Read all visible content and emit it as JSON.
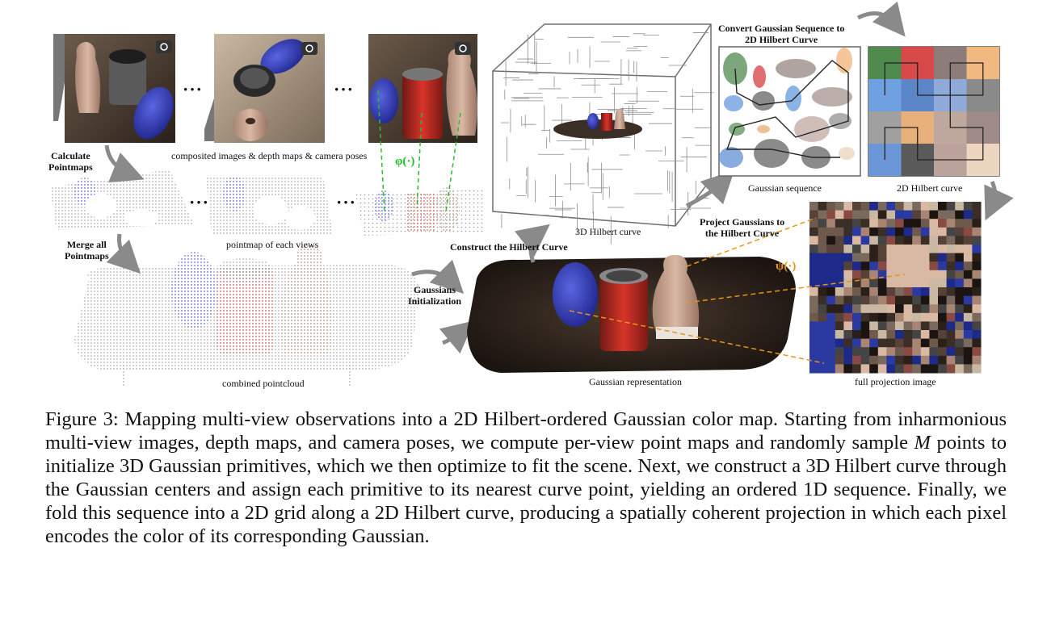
{
  "figure": {
    "labels": {
      "composited": "composited images & depth maps & camera poses",
      "calculate_pointmaps": "Calculate\nPointmaps",
      "pointmap_each": "pointmap of each views",
      "merge_all": "Merge all\nPointmaps",
      "combined_pointcloud": "combined pointcloud",
      "gaussians_init": "Gaussians\nInitialization",
      "construct_hilbert": "Construct the Hilbert Curve",
      "hilbert_3d": "3D Hilbert curve",
      "gaussian_representation": "Gaussian representation",
      "convert_sequence": "Convert Gaussian Sequence to\n2D Hilbert Curve",
      "gaussian_sequence": "Gaussian sequence",
      "hilbert_2d": "2D Hilbert curve",
      "project_gaussians": "Project Gaussians to\nthe Hilbert Curve",
      "full_projection": "full projection image",
      "phi": "φ(·)",
      "psi": "ψ(·)",
      "ellipsis": "···"
    },
    "colors": {
      "phi_green": "#22c02a",
      "psi_orange": "#e8941a",
      "arrow_gray": "#8a8a8a"
    },
    "grid_2d_colors": [
      "#4f8a4f",
      "#d84a4a",
      "#8d7d78",
      "#f1b880",
      "#6fa0e0",
      "#5d86c8",
      "#8fa9d8",
      "#8a8a8a",
      "#a0a0a0",
      "#e8b07a",
      "#bfa89e",
      "#9e8a86",
      "#6b97d8",
      "#5a5a5a",
      "#bba29a",
      "#ecd6c0"
    ]
  },
  "caption": {
    "part1": "Figure 3: Mapping multi-view observations into a 2D Hilbert-ordered Gaussian color map. Starting from inharmonious multi-view images, depth maps, and camera poses, we compute per-view point maps and randomly sample ",
    "var_m": "M",
    "part2": " points to initialize 3D Gaussian primitives, which we then optimize to fit the scene. Next, we construct a 3D Hilbert curve through the Gaussian centers and assign each primitive to its nearest curve point, yielding an ordered 1D sequence. Finally, we fold this sequence into a 2D grid along a 2D Hilbert curve, producing a spatially coherent projection in which each pixel encodes the color of its corresponding Gaussian."
  }
}
